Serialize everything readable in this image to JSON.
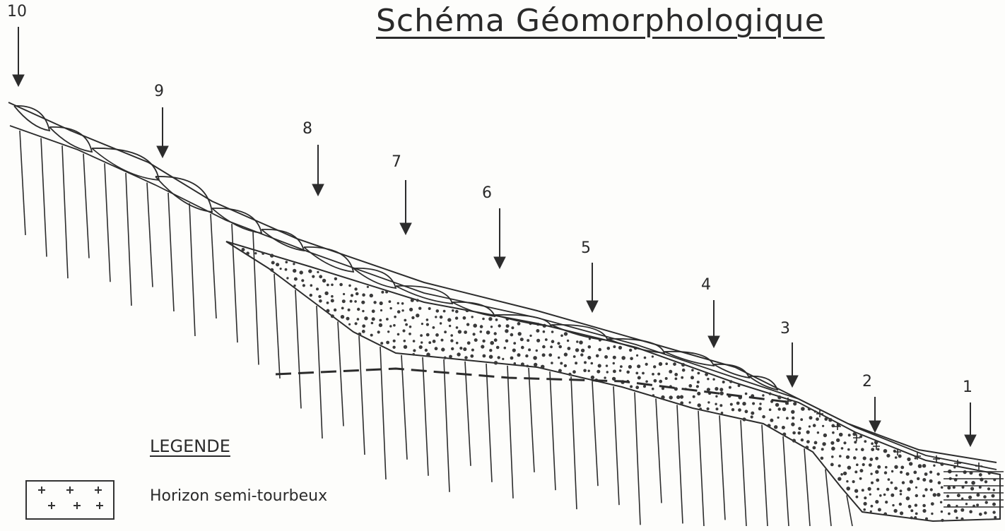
{
  "title": "Schéma Géomorphologique",
  "legend": {
    "heading": "LEGENDE",
    "items": [
      {
        "symbol": "plus-pattern",
        "label": "Horizon semi-tourbeux"
      }
    ]
  },
  "markers": [
    "1",
    "2",
    "3",
    "4",
    "5",
    "6",
    "7",
    "8",
    "9",
    "10"
  ]
}
